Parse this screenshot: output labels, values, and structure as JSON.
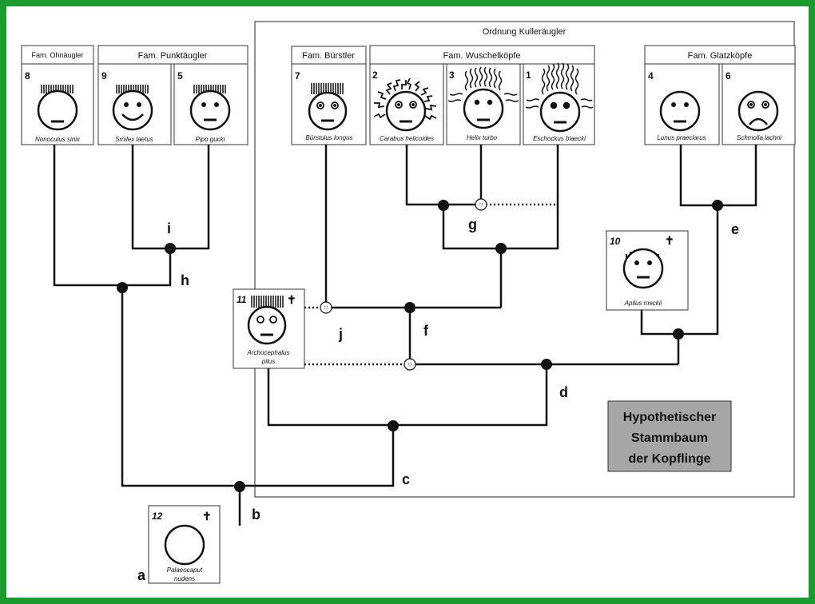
{
  "order_label": "Ordnung Kulleräugler",
  "title_box": {
    "lines": [
      "Hypothetischer",
      "Stammbaum",
      "der Kopflinge"
    ]
  },
  "families": [
    {
      "id": "ohn",
      "label": "Fam. Ohnäugler"
    },
    {
      "id": "punkt",
      "label": "Fam. Punktäugler"
    },
    {
      "id": "burst",
      "label": "Fam. Bürstler"
    },
    {
      "id": "wusch",
      "label": "Fam. Wuschelköpfe"
    },
    {
      "id": "glatz",
      "label": "Fam. Glatzköpfe"
    }
  ],
  "species": [
    {
      "id": "s8",
      "number": "8",
      "name": "Nonoculus sinix",
      "extinct": false
    },
    {
      "id": "s9",
      "number": "9",
      "name": "Smilex laetus",
      "extinct": false
    },
    {
      "id": "s5",
      "number": "5",
      "name": "Pipo gucki",
      "extinct": false
    },
    {
      "id": "s7",
      "number": "7",
      "name": "Bürstulus longus",
      "extinct": false
    },
    {
      "id": "s2",
      "number": "2",
      "name": "Carabus helicoides",
      "extinct": false
    },
    {
      "id": "s3",
      "number": "3",
      "name": "Helix turbo",
      "extinct": false
    },
    {
      "id": "s1",
      "number": "1",
      "name": "Eschockus blaecki",
      "extinct": false
    },
    {
      "id": "s4",
      "number": "4",
      "name": "Lunus praeclarus",
      "extinct": false
    },
    {
      "id": "s6",
      "number": "6",
      "name": "Schmolla lachni",
      "extinct": false
    },
    {
      "id": "s10",
      "number": "10",
      "name": "Apilus meckii",
      "extinct": true
    },
    {
      "id": "s11",
      "number": "11",
      "name_lines": [
        "Archocephalus",
        "pilus"
      ],
      "extinct": true
    },
    {
      "id": "s12",
      "number": "12",
      "name_lines": [
        "Palaeocaput",
        "nudens"
      ],
      "extinct": true
    }
  ],
  "extinct_symbol": "✝",
  "node_labels": [
    "a",
    "b",
    "c",
    "d",
    "e",
    "f",
    "g",
    "h",
    "i",
    "j"
  ],
  "colors": {
    "frame": "#1b9a2f",
    "title_box_bg": "#a6a6a6",
    "line": "#111111"
  }
}
